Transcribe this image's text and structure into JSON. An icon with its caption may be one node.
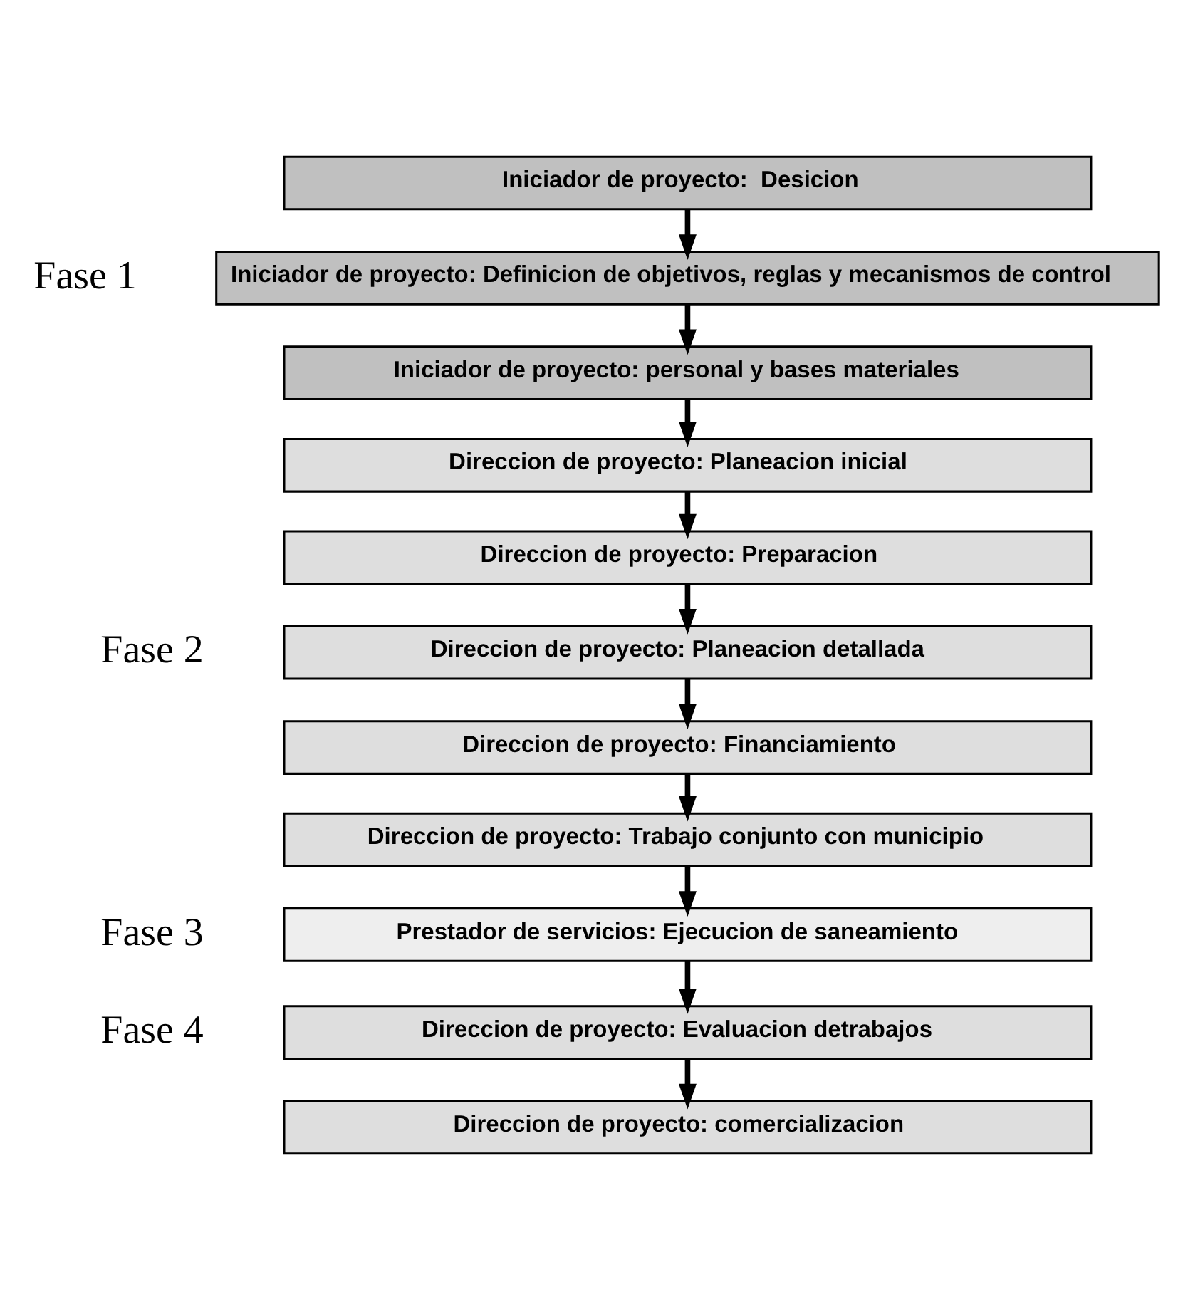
{
  "diagram": {
    "nodes": [
      {
        "text": [
          "Iniciador de proyecto:  Desicion"
        ]
      },
      {
        "text": [
          "Iniciador de proyecto: Definicion de objetivos, reglas y mecanismos de control"
        ]
      },
      {
        "text": [
          "Iniciador de proyecto: personal y bases materiales"
        ]
      },
      {
        "text": [
          "Direccion de proyecto: Planeacion inicial"
        ]
      },
      {
        "text": [
          "Direccion de proyecto: Preparacion"
        ]
      },
      {
        "text": [
          "Direccion de proyecto: Planeacion detallada"
        ]
      },
      {
        "text": [
          "Direccion de proyecto: Financiamiento"
        ]
      },
      {
        "text": [
          "Direccion de proyecto: Trabajo conjunto con municipio"
        ]
      },
      {
        "text": [
          "Prestador de servicios: Ejecucion de saneamiento"
        ]
      },
      {
        "text": [
          "Direccion de proyecto: Evaluacion detrabajos"
        ]
      },
      {
        "text": [
          "Direccion de proyecto: comercializacion"
        ]
      }
    ],
    "edges": [
      {
        "from": 0,
        "to": 1,
        "arrow": "to"
      },
      {
        "from": 1,
        "to": 2,
        "arrow": "to"
      },
      {
        "from": 2,
        "to": 3,
        "arrow": "to"
      },
      {
        "from": 3,
        "to": 4,
        "arrow": "to"
      },
      {
        "from": 4,
        "to": 5,
        "arrow": "to"
      },
      {
        "from": 5,
        "to": 6,
        "arrow": "to"
      },
      {
        "from": 6,
        "to": 7,
        "arrow": "to"
      },
      {
        "from": 7,
        "to": 8,
        "arrow": "to"
      },
      {
        "from": 8,
        "to": 9,
        "arrow": "to"
      },
      {
        "from": 9,
        "to": 10,
        "arrow": "to"
      }
    ],
    "labels": [
      "Fase 1",
      "Fase 2",
      "Fase 3",
      "Fase 4"
    ]
  }
}
